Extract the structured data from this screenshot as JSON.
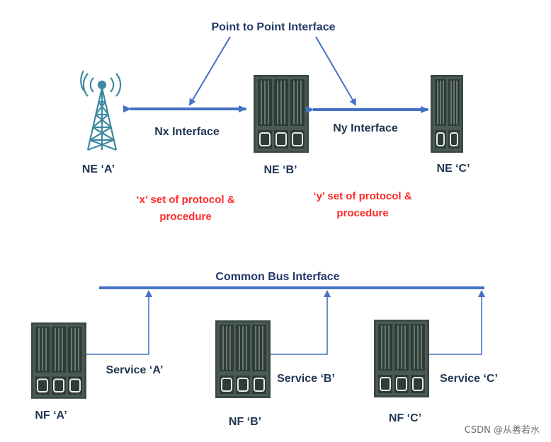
{
  "top": {
    "title": "Point to Point Interface",
    "nx_label": "Nx Interface",
    "ny_label": "Ny Interface",
    "ne_a": "NE ‘A’",
    "ne_b": "NE ‘B’",
    "ne_c": "NE ‘C’",
    "x_proto_1": "‘x’ set of protocol &",
    "x_proto_2": "procedure",
    "y_proto_1": "‘y’ set of protocol &",
    "y_proto_2": "procedure"
  },
  "bottom": {
    "title": "Common Bus Interface",
    "service_a": "Service ‘A’",
    "service_b": "Service ‘B’",
    "service_c": "Service ‘C’",
    "nf_a": "NF ‘A’",
    "nf_b": "NF ‘B’",
    "nf_c": "NF ‘C’"
  },
  "watermark": "CSDN @从善若水",
  "colors": {
    "link_blue": "#4472c4",
    "server_dark": "#3b4a45",
    "tower_teal": "#3d8aa0",
    "protocol_red": "#ff2a2a",
    "label_navy": "#1f3553"
  },
  "icons": {
    "tower": "radio-tower-icon",
    "server": "server-rack-icon"
  }
}
